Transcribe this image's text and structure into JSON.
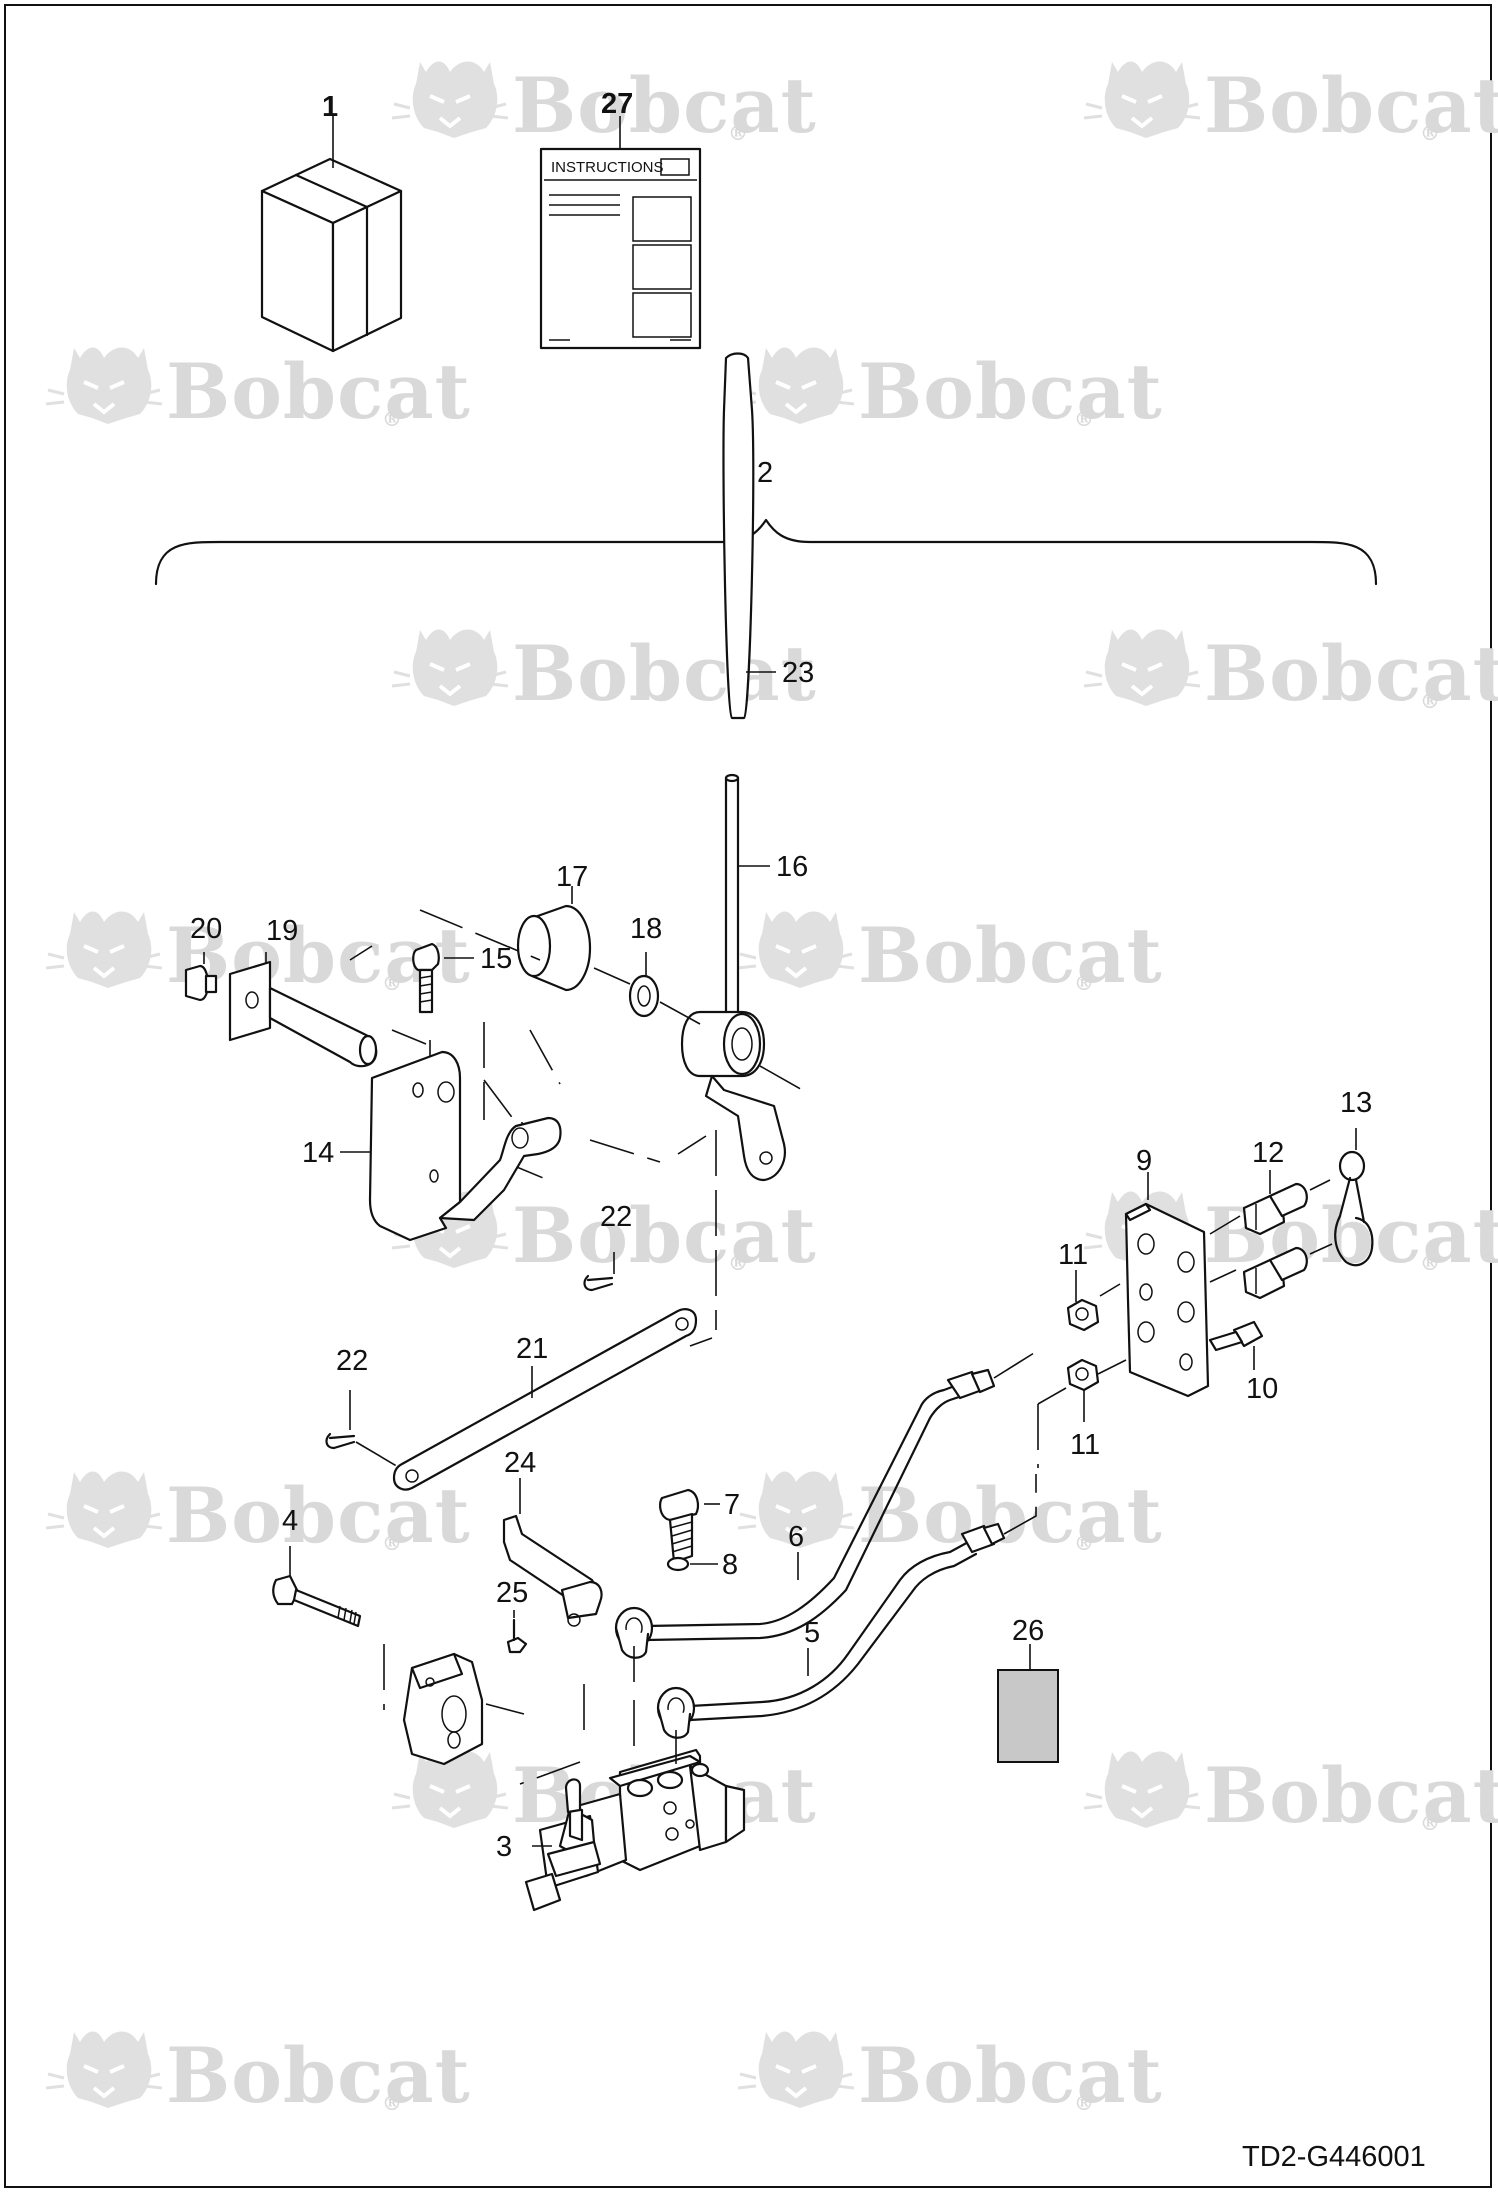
{
  "watermark": {
    "brand": "Bobcat",
    "trademark": "®",
    "color": "#d9d9d9"
  },
  "document": {
    "code": "TD2-G446001"
  },
  "instruction_sheet": {
    "title": "INSTRUCTIONS"
  },
  "callouts": {
    "p1": "1",
    "p2": "2",
    "p3": "3",
    "p4": "4",
    "p5": "5",
    "p6": "6",
    "p7": "7",
    "p8": "8",
    "p9": "9",
    "p10": "10",
    "p11a": "11",
    "p11b": "11",
    "p12": "12",
    "p13": "13",
    "p14": "14",
    "p15": "15",
    "p16": "16",
    "p17": "17",
    "p18": "18",
    "p19": "19",
    "p20": "20",
    "p21": "21",
    "p22a": "22",
    "p22b": "22",
    "p23": "23",
    "p24": "24",
    "p25": "25",
    "p26": "26",
    "p27": "27"
  },
  "icons": {
    "brand_logo": "bobcat-head-logo"
  }
}
